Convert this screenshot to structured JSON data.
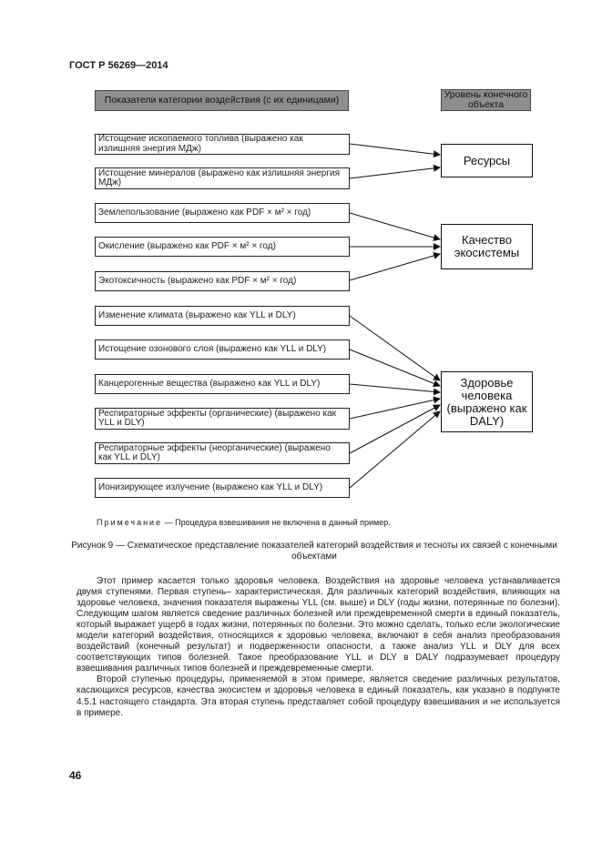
{
  "header": {
    "standard": "ГОСТ Р 56269—2014"
  },
  "diagram": {
    "left_header": "Показатели категории воздействия (с их единицами)",
    "right_header": "Уровень конечного объекта",
    "indicators": [
      {
        "text": "Истощение ископаемого топлива (выражено как излишняя энергия МДж)"
      },
      {
        "text": "Истощение минералов (выражено как излишняя энергия МДж)"
      },
      {
        "text": "Землепользование (выражено как PDF × м² × год)"
      },
      {
        "text": "Окисление (выражено как PDF × м² × год)"
      },
      {
        "text": "Экотоксичность (выражено как PDF × м² × год)"
      },
      {
        "text": "Изменение климата (выражено как YLL и DLY)"
      },
      {
        "text": "Истощение озонового слоя (выражено как YLL и DLY)"
      },
      {
        "text": "Канцерогенные вещества (выражено как YLL и DLY)"
      },
      {
        "text": "Респираторные эффекты (органические) (выражено как YLL и DLY)"
      },
      {
        "text": "Респираторные эффекты (неорганические) (выражено как YLL и DLY)"
      },
      {
        "text": "Ионизирующее излучение (выражено как YLL и DLY)"
      }
    ],
    "endpoints": [
      {
        "text": "Ресурсы"
      },
      {
        "text": "Качество экосистемы"
      },
      {
        "text": "Здоровье человека (выражено как DALY)"
      }
    ]
  },
  "note": {
    "label": "Примечание",
    "text": "— Процедура взвешивания не включена в данный пример."
  },
  "caption": "Рисунок 9 — Схематическое представление показателей категорий воздействия и тесноты их связей с конечными объектами",
  "paragraphs": [
    "Этот пример касается только здоровья человека. Воздействия на здоровье человека устанавливается двумя ступенями. Первая ступень– характеристическая. Для различных категорий воздействия, влияющих на здоровье человека, значения показателя выражены YLL (см. выше) и DLY (годы жизни, потерянные по болезни). Следующим шагом является сведение различных болезней или преждевременной смерти в единый показатель, который выражает ущерб в годах жизни, потерянных по болезни. Это можно сделать, только если экологические модели категорий воздействия, относящихся к здоровью человека, включают в себя анализ преобразования воздействий (конечный результат) и подверженности опасности, а также анализ YLL и DLY для всех соответствующих типов болезней. Такое преобразование YLL и DLY в DALY подразумевает процедуру взвешивания различных типов болезней и преждевременные смерти.",
    "Второй ступенью процедуры, применяемой в этом примере, является сведение различных результатов, касающихся ресурсов, качества экосистем и здоровья человека в единый показатель, как указано в подпункте 4.5.1 настоящего стандарта. Эта вторая ступень представляет собой процедуру взвешивания и не используется в примере."
  ],
  "page_number": "46"
}
